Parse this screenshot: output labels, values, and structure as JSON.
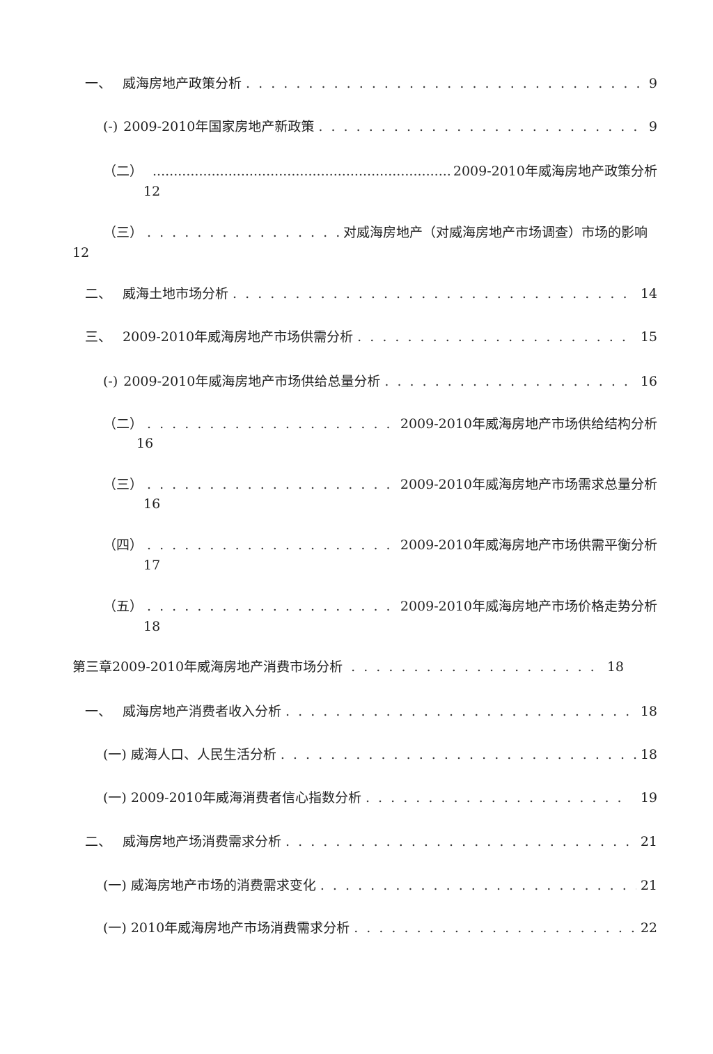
{
  "toc": [
    {
      "prefix": "一、",
      "title": "威海房地产政策分析",
      "page": "9"
    },
    {
      "prefix": "(-)",
      "title": "2009-2010年国家房地产新政策",
      "page": "9"
    },
    {
      "prefix": "（二）",
      "title": "2009-2010年威海房地产政策分析",
      "page": "12"
    },
    {
      "prefix": "（三）",
      "title": "对威海房地产（对威海房地产市场调查）市场的影响",
      "page": "12"
    },
    {
      "prefix": "二、",
      "title": "威海土地市场分析",
      "page": "14"
    },
    {
      "prefix": "三、",
      "title": "2009-2010年威海房地产市场供需分析",
      "page": "15"
    },
    {
      "prefix": "(-)",
      "title": "2009-2010年威海房地产市场供给总量分析",
      "page": "16"
    },
    {
      "prefix": "（二）",
      "title": "2009-2010年威海房地产市场供给结构分析",
      "page": "16"
    },
    {
      "prefix": "（三）",
      "title": "2009-2010年威海房地产市场需求总量分析",
      "page": "16"
    },
    {
      "prefix": "（四）",
      "title": "2009-2010年威海房地产市场供需平衡分析",
      "page": "17"
    },
    {
      "prefix": "（五）",
      "title": "2009-2010年威海房地产市场价格走势分析",
      "page": "18"
    },
    {
      "prefix": "",
      "title": "第三章2009-2010年威海房地产消费市场分析",
      "page": "18"
    },
    {
      "prefix": "一、",
      "title": "威海房地产消费者收入分析",
      "page": "18"
    },
    {
      "prefix": "(一)",
      "title": "威海人口、人民生活分析",
      "page": "18"
    },
    {
      "prefix": "(一)",
      "title": "2009-2010年威海消费者信心指数分析",
      "page": "19"
    },
    {
      "prefix": "二、",
      "title": "威海房地产场消费需求分析",
      "page": "21"
    },
    {
      "prefix": "(一)",
      "title": "威海房地产市场的消费需求变化",
      "page": "21"
    },
    {
      "prefix": "(一)",
      "title": "2010年威海房地产市场消费需求分析",
      "page": "22"
    }
  ]
}
